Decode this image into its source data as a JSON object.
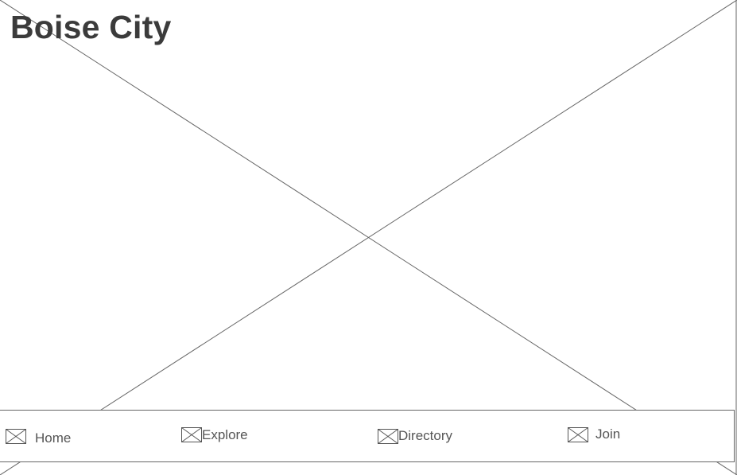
{
  "header": {
    "title": "Boise City"
  },
  "hero": {
    "image_icon": "image-placeholder-icon"
  },
  "nav": {
    "items": [
      {
        "label": "Home",
        "icon": "image-placeholder-icon"
      },
      {
        "label": "Explore",
        "icon": "image-placeholder-icon"
      },
      {
        "label": "Directory",
        "icon": "image-placeholder-icon"
      },
      {
        "label": "Join",
        "icon": "image-placeholder-icon"
      }
    ]
  },
  "colors": {
    "text": "#3b3b3b",
    "nav_text": "#555555",
    "lines": "#666666",
    "background": "#ffffff"
  }
}
